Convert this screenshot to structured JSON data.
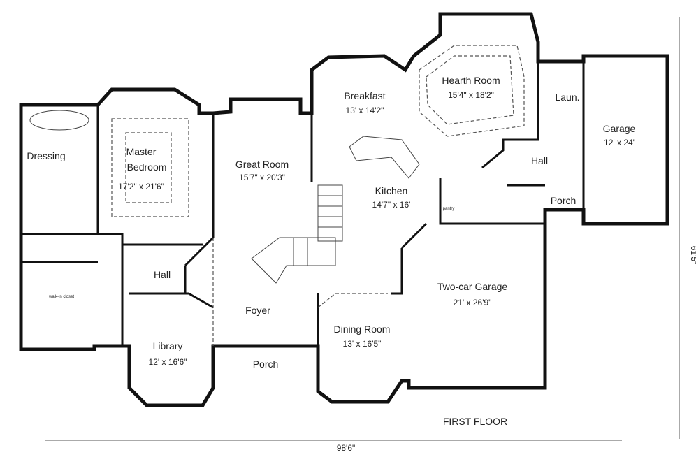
{
  "plan": {
    "title": "FIRST FLOOR",
    "width_dimension": "98'6\"",
    "depth_dimension": "61'5\"",
    "rooms": [
      {
        "name": "Dressing",
        "size": ""
      },
      {
        "name": "Master Bedroom",
        "size": "17'2\" x 21'6\""
      },
      {
        "name": "Great Room",
        "size": "15'7\" x 20'3\""
      },
      {
        "name": "Breakfast",
        "size": "13' x 14'2\""
      },
      {
        "name": "Hearth Room",
        "size": "15'4\" x 18'2\""
      },
      {
        "name": "Laun.",
        "size": ""
      },
      {
        "name": "Garage",
        "size": "12' x 24'"
      },
      {
        "name": "Hall",
        "size": ""
      },
      {
        "name": "Kitchen",
        "size": "14'7\" x 16'"
      },
      {
        "name": "Porch",
        "size": ""
      },
      {
        "name": "Hall",
        "size": ""
      },
      {
        "name": "walk-in closet",
        "size": ""
      },
      {
        "name": "Foyer",
        "size": ""
      },
      {
        "name": "Two-car Garage",
        "size": "21' x 26'9\""
      },
      {
        "name": "Dining Room",
        "size": "13' x 16'5\""
      },
      {
        "name": "Library",
        "size": "12' x 16'6\""
      },
      {
        "name": "Porch",
        "size": ""
      },
      {
        "name": "pantry",
        "size": ""
      }
    ]
  }
}
